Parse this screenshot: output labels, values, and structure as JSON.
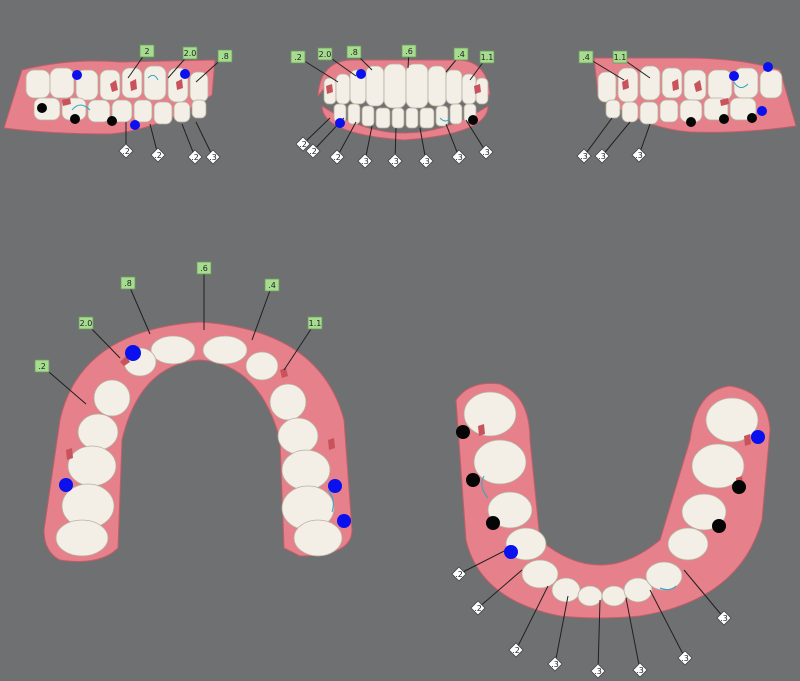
{
  "views": {
    "right_buccal": {
      "green_tags": [
        "2",
        "2.0",
        ".8"
      ],
      "white_tags": [
        ".2",
        ".2",
        ".2",
        ".3"
      ]
    },
    "frontal": {
      "green_tags": [
        ".2",
        "2.0",
        ".8",
        ".6",
        ".4",
        "1.1"
      ],
      "white_tags": [
        ".2",
        ".2",
        ".2",
        ".3",
        ".3",
        ".3",
        ".3",
        ".3"
      ]
    },
    "left_buccal": {
      "green_tags": [
        ".4",
        "1.1"
      ],
      "white_tags": [
        ".3",
        ".3",
        ".3"
      ]
    },
    "upper_occlusal": {
      "green_tags": [
        ".2",
        "2.0",
        ".8",
        ".6",
        ".4",
        "1.1"
      ]
    },
    "lower_occlusal": {
      "white_tags": [
        ".2",
        ".2",
        ".2",
        ".3",
        ".3",
        ".3",
        ".3",
        ".3"
      ]
    }
  },
  "markers": {
    "blue_color": "#0a10ee",
    "black_color": "#050505",
    "green_tag_color": "#a6dc8f",
    "white_tag_color": "#ffffff",
    "background_color": "#6f7072"
  }
}
